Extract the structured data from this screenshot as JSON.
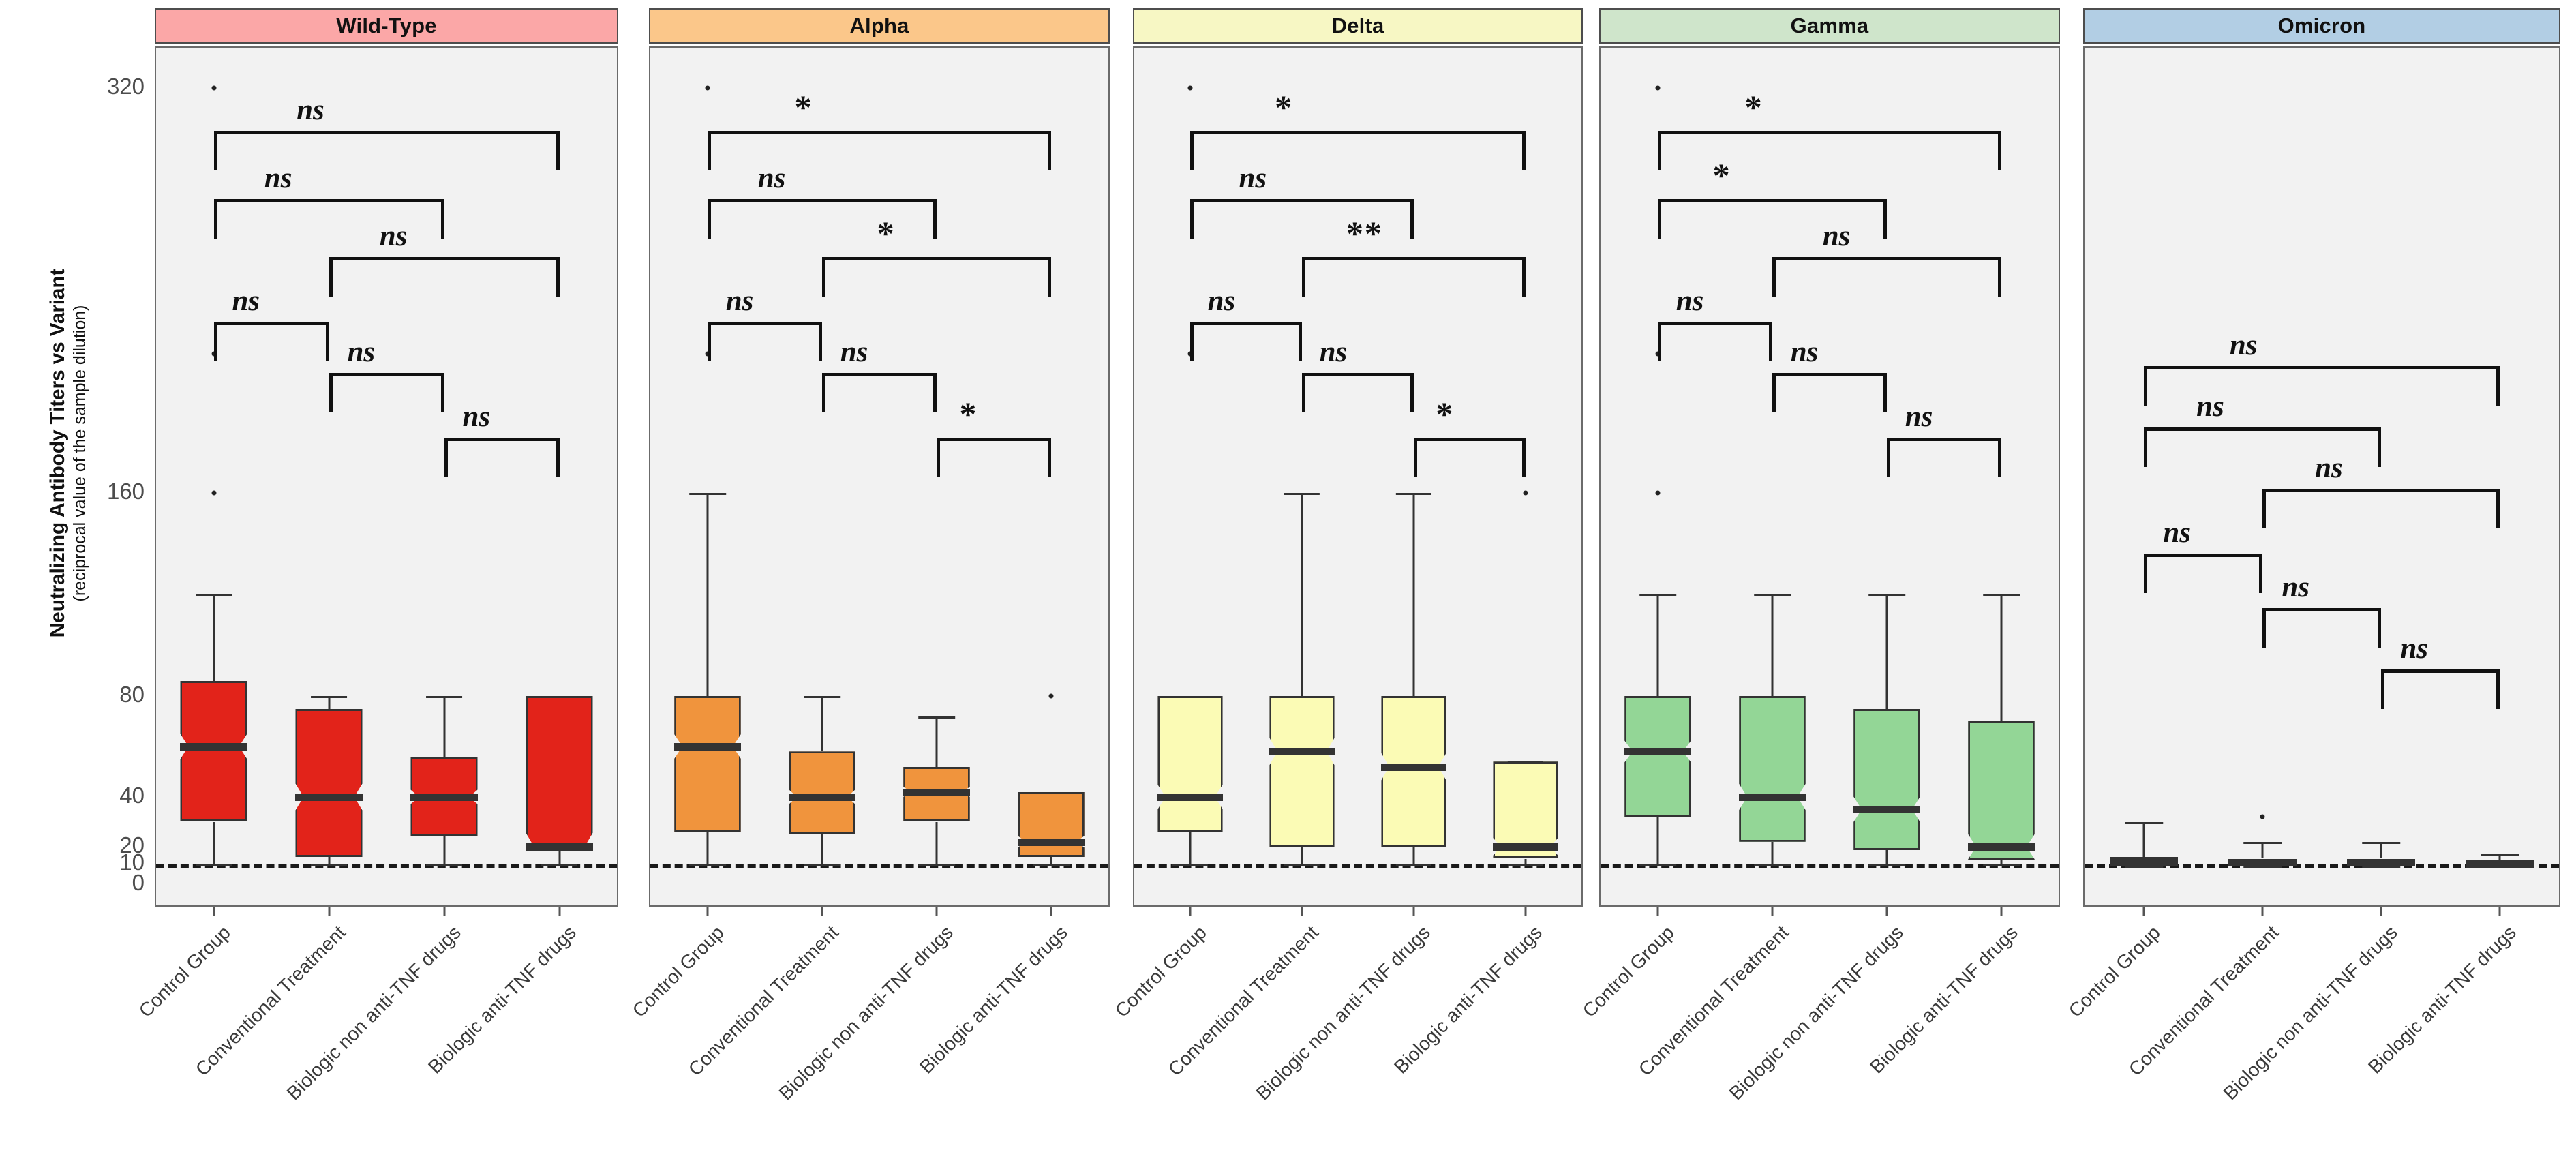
{
  "axis": {
    "y_title_main": "Neutralizing Antibody Titers vs Variant",
    "y_title_sub": "(reciprocal value of the sample dilution)",
    "y_ticks": [
      "320",
      "160",
      "80",
      "40",
      "20",
      "10",
      "0"
    ],
    "x_categories": [
      "Control Group",
      "Conventional Treatment",
      "Biologic non anti-TNF drugs",
      "Biologic anti-TNF drugs"
    ]
  },
  "panels": [
    {
      "name": "Wild-Type",
      "strip_color": "#FBA7A7",
      "box_color": "#E2231A"
    },
    {
      "name": "Alpha",
      "strip_color": "#FBC78A",
      "box_color": "#F0943D"
    },
    {
      "name": "Delta",
      "strip_color": "#F7F7C4",
      "box_color": "#FBFBB5"
    },
    {
      "name": "Gamma",
      "strip_color": "#CFE5CB",
      "box_color": "#93D696"
    },
    {
      "name": "Omicron",
      "strip_color": "#B2CEE4",
      "box_color": "#2E7EB8"
    }
  ],
  "chart_data": {
    "type": "box",
    "title": "",
    "xlabel": "",
    "ylabel": "Neutralizing Antibody Titers vs Variant (reciprocal value of the sample dilution)",
    "y_tick_values": [
      320,
      160,
      80,
      40,
      20,
      10,
      0
    ],
    "yscale": "log-like (custom breaks 0,10,20,40,80,160,320)",
    "grid": false,
    "legend": "none",
    "threshold_line": {
      "value": 10,
      "style": "dashed",
      "label": ""
    },
    "facets": [
      "Wild-Type",
      "Alpha",
      "Delta",
      "Gamma",
      "Omicron"
    ],
    "groups": [
      "Control Group",
      "Conventional Treatment",
      "Biologic non anti-TNF drugs",
      "Biologic anti-TNF drugs"
    ],
    "notched": true,
    "series": [
      {
        "facet": "Wild-Type",
        "color": "#E2231A",
        "boxes": [
          {
            "group": "Control Group",
            "lower_whisker": 10,
            "q1": 30,
            "median": 60,
            "q3": 86,
            "upper_whisker": 120,
            "outliers": [
              160,
              215,
              320
            ]
          },
          {
            "group": "Conventional Treatment",
            "lower_whisker": 10,
            "q1": 14,
            "median": 40,
            "q3": 75,
            "upper_whisker": 80,
            "outliers": []
          },
          {
            "group": "Biologic non anti-TNF drugs",
            "lower_whisker": 10,
            "q1": 24,
            "median": 40,
            "q3": 56,
            "upper_whisker": 80,
            "outliers": []
          },
          {
            "group": "Biologic anti-TNF drugs",
            "lower_whisker": 10,
            "q1": 18,
            "median": 20,
            "q3": 80,
            "upper_whisker": 80,
            "outliers": []
          }
        ],
        "comparisons": [
          {
            "a": "Control Group",
            "b": "Biologic anti-TNF drugs",
            "label": "ns"
          },
          {
            "a": "Control Group",
            "b": "Biologic non anti-TNF drugs",
            "label": "ns"
          },
          {
            "a": "Conventional Treatment",
            "b": "Biologic anti-TNF drugs",
            "label": "ns"
          },
          {
            "a": "Control Group",
            "b": "Conventional Treatment",
            "label": "ns"
          },
          {
            "a": "Conventional Treatment",
            "b": "Biologic non anti-TNF drugs",
            "label": "ns"
          },
          {
            "a": "Biologic non anti-TNF drugs",
            "b": "Biologic anti-TNF drugs",
            "label": "ns"
          }
        ]
      },
      {
        "facet": "Alpha",
        "color": "#F0943D",
        "boxes": [
          {
            "group": "Control Group",
            "lower_whisker": 10,
            "q1": 26,
            "median": 60,
            "q3": 80,
            "upper_whisker": 160,
            "outliers": [
              215,
              320
            ]
          },
          {
            "group": "Conventional Treatment",
            "lower_whisker": 10,
            "q1": 25,
            "median": 40,
            "q3": 58,
            "upper_whisker": 80,
            "outliers": []
          },
          {
            "group": "Biologic non anti-TNF drugs",
            "lower_whisker": 10,
            "q1": 30,
            "median": 42,
            "q3": 52,
            "upper_whisker": 72,
            "outliers": []
          },
          {
            "group": "Biologic anti-TNF drugs",
            "lower_whisker": 10,
            "q1": 14,
            "median": 22,
            "q3": 42,
            "upper_whisker": 42,
            "outliers": [
              80
            ]
          }
        ],
        "comparisons": [
          {
            "a": "Control Group",
            "b": "Biologic anti-TNF drugs",
            "label": "*"
          },
          {
            "a": "Control Group",
            "b": "Biologic non anti-TNF drugs",
            "label": "ns"
          },
          {
            "a": "Conventional Treatment",
            "b": "Biologic anti-TNF drugs",
            "label": "*"
          },
          {
            "a": "Control Group",
            "b": "Conventional Treatment",
            "label": "ns"
          },
          {
            "a": "Conventional Treatment",
            "b": "Biologic non anti-TNF drugs",
            "label": "ns"
          },
          {
            "a": "Biologic non anti-TNF drugs",
            "b": "Biologic anti-TNF drugs",
            "label": "*"
          }
        ]
      },
      {
        "facet": "Delta",
        "color": "#FBFBB5",
        "boxes": [
          {
            "group": "Control Group",
            "lower_whisker": 10,
            "q1": 26,
            "median": 40,
            "q3": 80,
            "upper_whisker": 80,
            "outliers": [
              215,
              320
            ]
          },
          {
            "group": "Conventional Treatment",
            "lower_whisker": 10,
            "q1": 20,
            "median": 58,
            "q3": 80,
            "upper_whisker": 160,
            "outliers": []
          },
          {
            "group": "Biologic non anti-TNF drugs",
            "lower_whisker": 10,
            "q1": 20,
            "median": 52,
            "q3": 80,
            "upper_whisker": 160,
            "outliers": []
          },
          {
            "group": "Biologic anti-TNF drugs",
            "lower_whisker": 10,
            "q1": 13,
            "median": 20,
            "q3": 54,
            "upper_whisker": 54,
            "outliers": [
              160
            ]
          }
        ],
        "comparisons": [
          {
            "a": "Control Group",
            "b": "Biologic anti-TNF drugs",
            "label": "*"
          },
          {
            "a": "Control Group",
            "b": "Biologic non anti-TNF drugs",
            "label": "ns"
          },
          {
            "a": "Conventional Treatment",
            "b": "Biologic anti-TNF drugs",
            "label": "**"
          },
          {
            "a": "Control Group",
            "b": "Conventional Treatment",
            "label": "ns"
          },
          {
            "a": "Conventional Treatment",
            "b": "Biologic non anti-TNF drugs",
            "label": "ns"
          },
          {
            "a": "Biologic non anti-TNF drugs",
            "b": "Biologic anti-TNF drugs",
            "label": "*"
          }
        ]
      },
      {
        "facet": "Gamma",
        "color": "#93D696",
        "boxes": [
          {
            "group": "Control Group",
            "lower_whisker": 10,
            "q1": 32,
            "median": 58,
            "q3": 80,
            "upper_whisker": 120,
            "outliers": [
              160,
              215,
              320
            ]
          },
          {
            "group": "Conventional Treatment",
            "lower_whisker": 10,
            "q1": 22,
            "median": 40,
            "q3": 80,
            "upper_whisker": 120,
            "outliers": []
          },
          {
            "group": "Biologic non anti-TNF drugs",
            "lower_whisker": 10,
            "q1": 18,
            "median": 35,
            "q3": 75,
            "upper_whisker": 120,
            "outliers": []
          },
          {
            "group": "Biologic anti-TNF drugs",
            "lower_whisker": 10,
            "q1": 12,
            "median": 20,
            "q3": 70,
            "upper_whisker": 120,
            "outliers": []
          }
        ],
        "comparisons": [
          {
            "a": "Control Group",
            "b": "Biologic anti-TNF drugs",
            "label": "*"
          },
          {
            "a": "Control Group",
            "b": "Biologic non anti-TNF drugs",
            "label": "*"
          },
          {
            "a": "Conventional Treatment",
            "b": "Biologic anti-TNF drugs",
            "label": "ns"
          },
          {
            "a": "Control Group",
            "b": "Conventional Treatment",
            "label": "ns"
          },
          {
            "a": "Conventional Treatment",
            "b": "Biologic non anti-TNF drugs",
            "label": "ns"
          },
          {
            "a": "Biologic non anti-TNF drugs",
            "b": "Biologic anti-TNF drugs",
            "label": "ns"
          }
        ]
      },
      {
        "facet": "Omicron",
        "color": "#2E7EB8",
        "boxes": [
          {
            "group": "Control Group",
            "lower_whisker": 9,
            "q1": 10,
            "median": 11,
            "q3": 14,
            "upper_whisker": 30,
            "outliers": []
          },
          {
            "group": "Conventional Treatment",
            "lower_whisker": 9,
            "q1": 10,
            "median": 11,
            "q3": 13,
            "upper_whisker": 22,
            "outliers": [
              32
            ]
          },
          {
            "group": "Biologic non anti-TNF drugs",
            "lower_whisker": 9,
            "q1": 10,
            "median": 11,
            "q3": 13,
            "upper_whisker": 22,
            "outliers": []
          },
          {
            "group": "Biologic anti-TNF drugs",
            "lower_whisker": 9,
            "q1": 9,
            "median": 10,
            "q3": 12,
            "upper_whisker": 16,
            "outliers": []
          }
        ],
        "comparisons": [
          {
            "a": "Control Group",
            "b": "Biologic anti-TNF drugs",
            "label": "ns"
          },
          {
            "a": "Control Group",
            "b": "Biologic non anti-TNF drugs",
            "label": "ns"
          },
          {
            "a": "Conventional Treatment",
            "b": "Biologic anti-TNF drugs",
            "label": "ns"
          },
          {
            "a": "Control Group",
            "b": "Conventional Treatment",
            "label": "ns"
          },
          {
            "a": "Conventional Treatment",
            "b": "Biologic non anti-TNF drugs",
            "label": "ns"
          },
          {
            "a": "Biologic non anti-TNF drugs",
            "b": "Biologic anti-TNF drugs",
            "label": "ns"
          }
        ]
      }
    ]
  }
}
